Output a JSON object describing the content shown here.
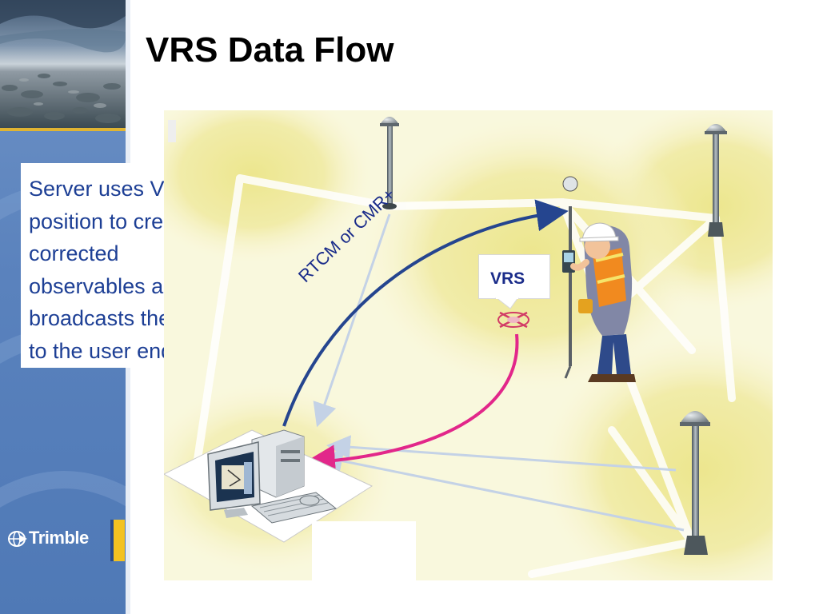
{
  "slide": {
    "title": "VRS Data Flow",
    "body_lines": [
      "Server uses VRS",
      "position to create",
      "corrected",
      "observables and",
      "broadcasts them",
      "to the user end."
    ]
  },
  "diagram": {
    "vrs_label": "VRS",
    "link_label": "RTCM or CMR+"
  },
  "logo": {
    "text": "Trimble",
    "mark": "."
  },
  "colors": {
    "sidebar_blue": "#5a82bd",
    "accent_gold": "#f3c221",
    "body_text_blue": "#1d3f95",
    "arrow_blue": "#25458f",
    "arrow_magenta": "#e2278a",
    "ground_yellow": "#eeea9c"
  },
  "icons": [
    "antenna-icon",
    "surveyor-icon",
    "computer-icon",
    "vrs-target-icon",
    "trimble-logo-icon"
  ]
}
